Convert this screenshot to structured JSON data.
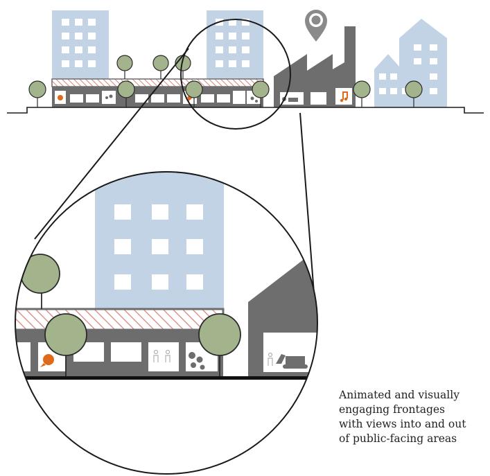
{
  "caption": {
    "lines": [
      "Animated and visually",
      "engaging frontages",
      "with views into and out",
      "of public-facing areas"
    ]
  },
  "colors": {
    "residential_block": "#c3d3e6",
    "industrial_block": "#6e6e6e",
    "frontage": "#6d6d6d",
    "tree": "#a3b38c",
    "hatch": "#d9827c",
    "activity_icon": "#e06a1b",
    "line": "#1a1a1a"
  },
  "icons": [
    "location-pin-icon",
    "lightbulb-icon",
    "people-icon",
    "gears-icon",
    "excavator-icon",
    "music-note-icon"
  ]
}
